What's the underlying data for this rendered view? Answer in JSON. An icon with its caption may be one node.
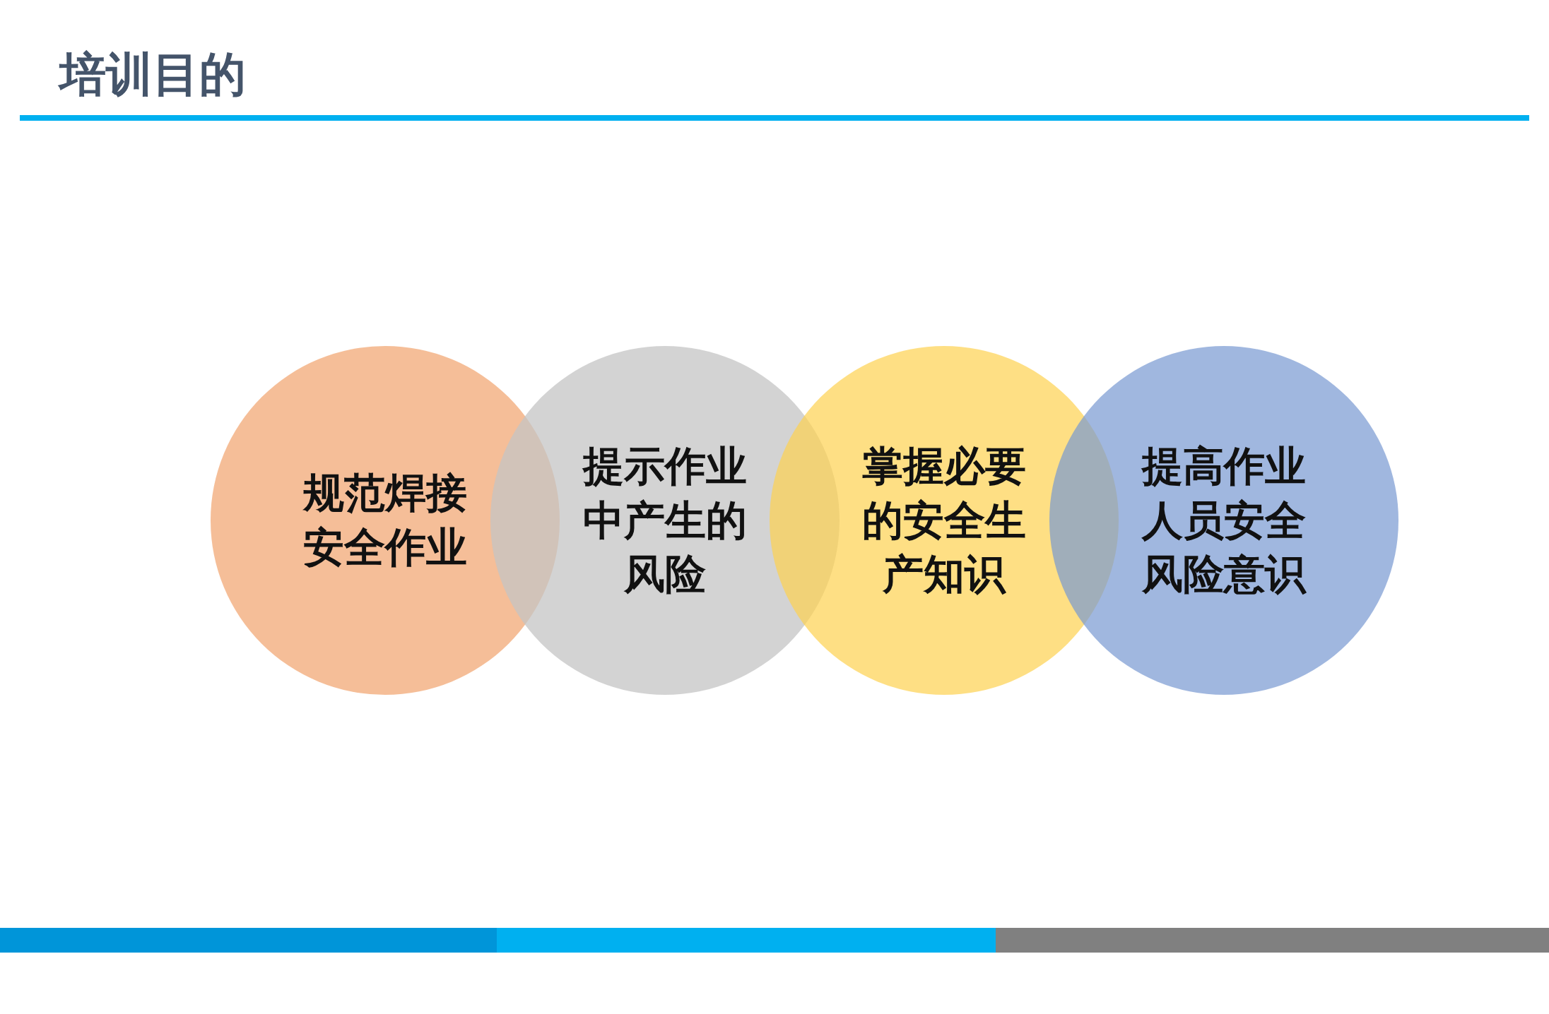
{
  "diagram": {
    "title": "培训目的",
    "nodes": [
      {
        "text": [
          "规范焊接安全作业"
        ]
      },
      {
        "text": [
          "提示作业中产生的风险"
        ]
      },
      {
        "text": [
          "掌握必要的安全生产知识"
        ]
      },
      {
        "text": [
          "提高作业人员安全风险意识"
        ]
      }
    ]
  }
}
